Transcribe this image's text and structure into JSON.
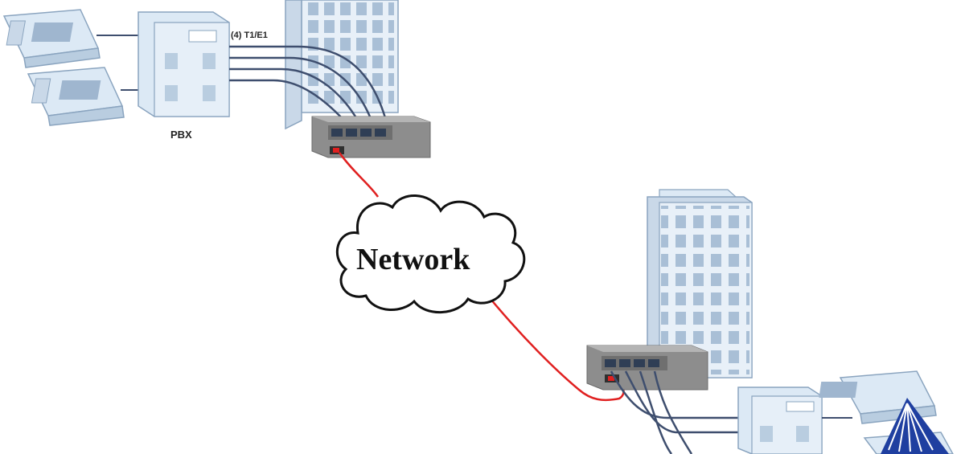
{
  "labels": {
    "pbx": "PBX",
    "trunk": "(4) T1/E1",
    "network": "Network"
  },
  "colors": {
    "background": "#ffffff",
    "equipment_fill": "#dce9f5",
    "equipment_edge": "#8aa4bf",
    "building_fill": "#e8f0f8",
    "window": "#9fb6cf",
    "device_fill": "#9b9b9b",
    "wan_link": "#e02020",
    "trunk_line": "#3e4e6e",
    "cloud_stroke": "#111111"
  },
  "icons": [
    "telephone-icon",
    "pbx-icon",
    "building-icon",
    "gateway-icon",
    "cloud-icon",
    "logo-icon"
  ]
}
